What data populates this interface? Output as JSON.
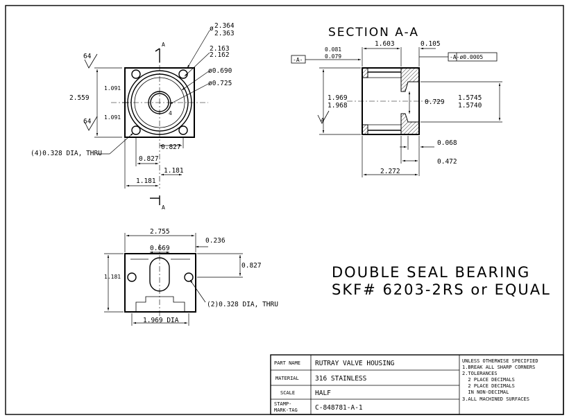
{
  "section_title": "SECTION A-A",
  "note": {
    "line1": "DOUBLE SEAL BEARING",
    "line2": "SKF# 6203-2RS or EQUAL"
  },
  "front_view": {
    "dia_outer_top": "2.364",
    "dia_outer_bot": "2.363",
    "dia_b_top": "2.163",
    "dia_b_bot": "2.162",
    "dia_c": "ø0.690",
    "dia_d": "ø0.725",
    "dia_sym": "ø",
    "finish_top": "64",
    "finish_bot": "64",
    "height": "2.559",
    "half_top": "1.091",
    "half_bot": "1.091",
    "hole_label": "(4)0.328 DIA, THRU",
    "dim_0827_a": "0.827",
    "dim_0827_b": "0.827",
    "dim_1181_a": "1.181",
    "dim_1181_b": "1.181",
    "section_mark": "A",
    "section_mark_b": "A",
    "num4": "4"
  },
  "section_view": {
    "datum": "-A-",
    "dim_0081": "0.081",
    "dim_0079": "0.079",
    "dim_1603": "1.603",
    "dim_0105": "0.105",
    "fcf": "-A-ø0.0005",
    "dim_1969": "1.969",
    "dim_1968": "1.968",
    "dim_0729": "0.729",
    "dim_15745": "1.5745",
    "dim_15740": "1.5740",
    "finish": "4",
    "dim_0068": "0.068",
    "dim_0472": "0.472",
    "dim_2272": "2.272"
  },
  "top_view": {
    "width": "2.755",
    "slot": "0.669",
    "dim_0236": "0.236",
    "dim_0827": "0.827",
    "height": "1.181",
    "hole_label": "(2)0.328 DIA, THRU",
    "bolt_circle": "1.969 DIA"
  },
  "title_block": {
    "part_name_label": "PART NAME",
    "part_name": "RUTRAY VALVE HOUSING",
    "material_label": "MATERIAL",
    "material": "316 STAINLESS",
    "scale_label": "SCALE",
    "scale": "HALF",
    "stamp_label_1": "STAMP-",
    "stamp_label_2": "MARK-TAG",
    "stamp": "C-848781-A-1",
    "notes": [
      "UNLESS OTHERWISE SPECIFIED",
      "1.BREAK ALL SHARP CORNERS",
      "2.TOLERANCES",
      "  2 PLACE DECIMALS",
      "  2 PLACE DECIMALS",
      "  IN NON-DECIMAL",
      "3.ALL MACHINED SURFACES"
    ]
  }
}
